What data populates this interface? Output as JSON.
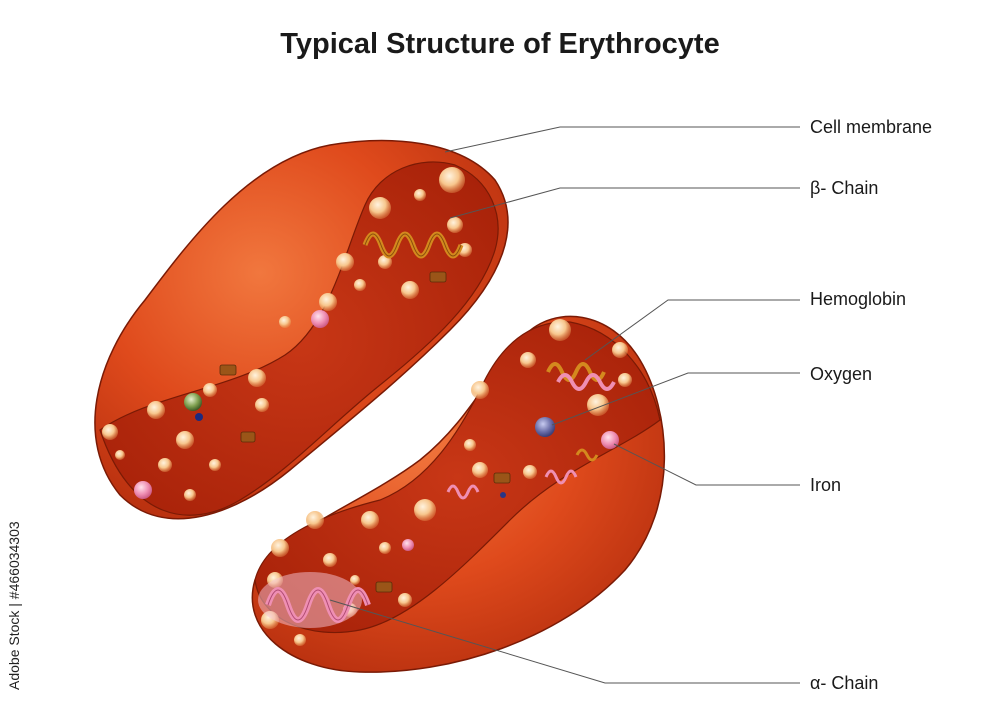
{
  "title": "Typical Structure of Erythrocyte",
  "labels": {
    "cell_membrane": "Cell membrane",
    "beta_chain": "β- Chain",
    "hemoglobin": "Hemoglobin",
    "oxygen": "Oxygen",
    "iron": "Iron",
    "alpha_chain": "α- Chain"
  },
  "watermark": "Adobe Stock | #466034303",
  "colors": {
    "cell_outer": "#d9461e",
    "cell_inner": "#b82810",
    "cell_light": "#ef7a45",
    "granule": "#f6c48a",
    "alpha_chain": "#f3a6c4",
    "beta_chain": "#d4891e",
    "oxygen": "#6c6fa8",
    "iron": "#e58aa6"
  }
}
